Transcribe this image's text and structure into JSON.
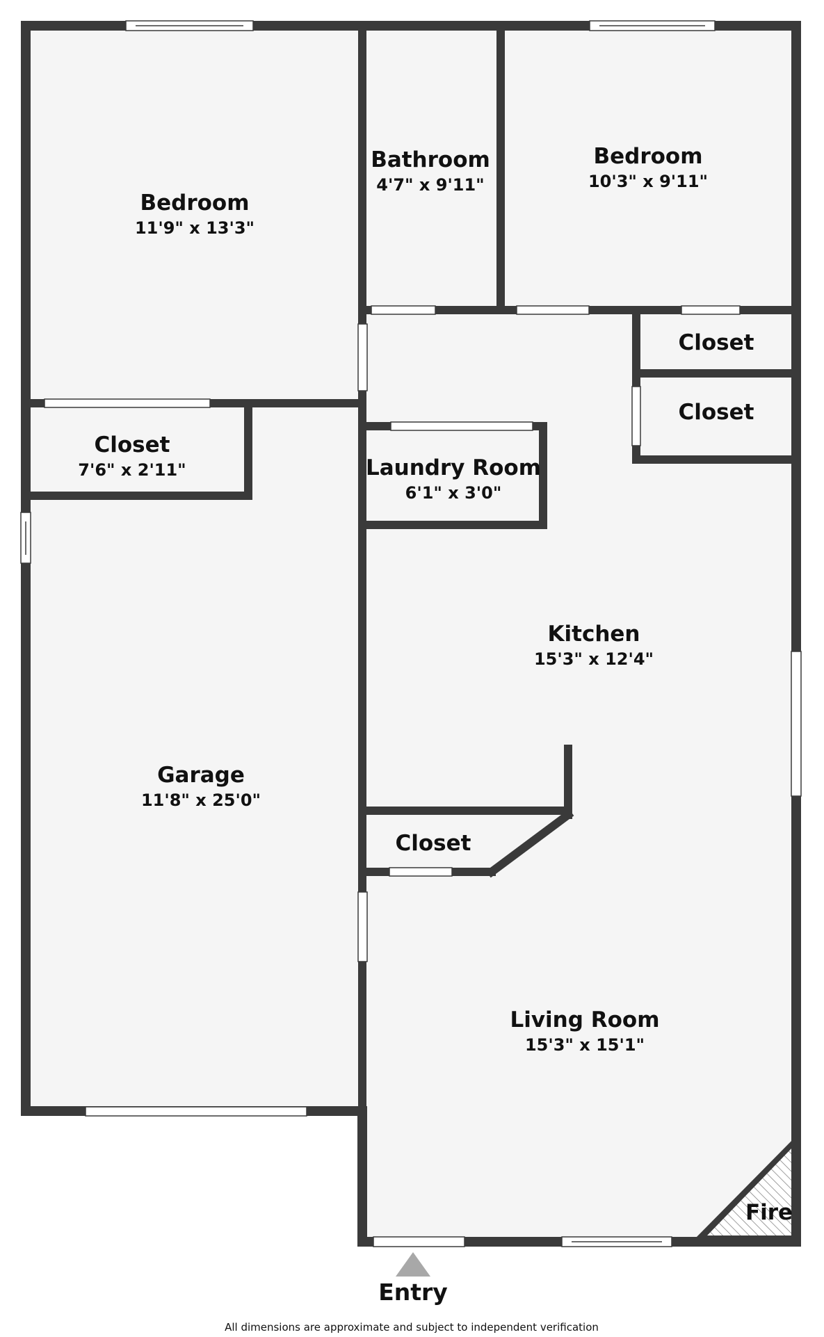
{
  "rooms": {
    "bedroom_left": {
      "name": "Bedroom",
      "dims": "11'9\" x 13'3\""
    },
    "bathroom": {
      "name": "Bathroom",
      "dims": "4'7\" x 9'11\""
    },
    "bedroom_right": {
      "name": "Bedroom",
      "dims": "10'3\" x 9'11\""
    },
    "closet_left": {
      "name": "Closet",
      "dims": "7'6\" x 2'11\""
    },
    "closet_upper": {
      "name": "Closet"
    },
    "closet_lower": {
      "name": "Closet"
    },
    "laundry": {
      "name": "Laundry Room",
      "dims": "6'1\" x 3'0\""
    },
    "kitchen": {
      "name": "Kitchen",
      "dims": "15'3\" x 12'4\""
    },
    "garage": {
      "name": "Garage",
      "dims": "11'8\" x 25'0\""
    },
    "closet_middle": {
      "name": "Closet"
    },
    "living": {
      "name": "Living Room",
      "dims": "15'3\" x 15'1\""
    },
    "fireplace": {
      "name": "Fire"
    }
  },
  "entry_label": "Entry",
  "disclaimer": "All dimensions are approximate and subject to independent verification",
  "colors": {
    "wall": "#3a3a3a",
    "floor": "#f5f5f5",
    "background": "#ffffff",
    "marker": "#a8a8a8"
  }
}
